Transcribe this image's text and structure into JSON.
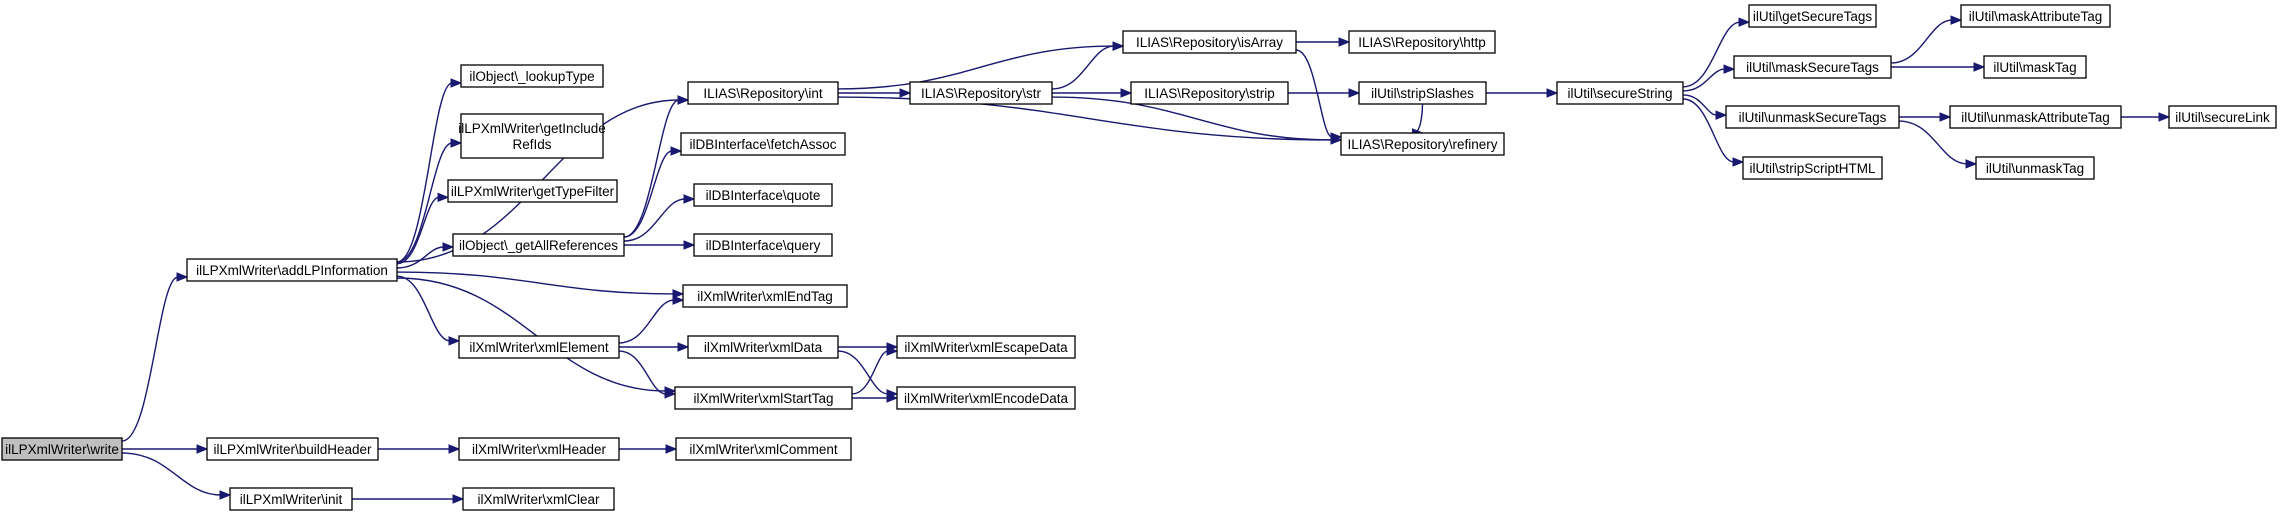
{
  "diagram": {
    "kind": "call-graph",
    "colors": {
      "edge": "#191970",
      "node_border": "#000000",
      "node_fill": "#ffffff",
      "root_fill": "#bfbfbf"
    },
    "nodes": [
      {
        "id": "write",
        "lines": [
          "ilLPXmlWriter\\write"
        ],
        "root": true
      },
      {
        "id": "addLP",
        "lines": [
          "ilLPXmlWriter\\addLPInformation"
        ]
      },
      {
        "id": "buildHeader",
        "lines": [
          "ilLPXmlWriter\\buildHeader"
        ]
      },
      {
        "id": "init",
        "lines": [
          "ilLPXmlWriter\\init"
        ]
      },
      {
        "id": "lookupType",
        "lines": [
          "ilObject\\_lookupType"
        ]
      },
      {
        "id": "getIncludeRefIds",
        "lines": [
          "ilLPXmlWriter\\getInclude",
          "RefIds"
        ]
      },
      {
        "id": "getTypeFilter",
        "lines": [
          "ilLPXmlWriter\\getTypeFilter"
        ]
      },
      {
        "id": "getAllReferences",
        "lines": [
          "ilObject\\_getAllReferences"
        ]
      },
      {
        "id": "xmlElement",
        "lines": [
          "ilXmlWriter\\xmlElement"
        ]
      },
      {
        "id": "xmlHeader",
        "lines": [
          "ilXmlWriter\\xmlHeader"
        ]
      },
      {
        "id": "xmlClear",
        "lines": [
          "ilXmlWriter\\xmlClear"
        ]
      },
      {
        "id": "repoInt",
        "lines": [
          "ILIAS\\Repository\\int"
        ]
      },
      {
        "id": "fetchAssoc",
        "lines": [
          "ilDBInterface\\fetchAssoc"
        ]
      },
      {
        "id": "quote",
        "lines": [
          "ilDBInterface\\quote"
        ]
      },
      {
        "id": "query",
        "lines": [
          "ilDBInterface\\query"
        ]
      },
      {
        "id": "xmlEndTag",
        "lines": [
          "ilXmlWriter\\xmlEndTag"
        ]
      },
      {
        "id": "xmlData",
        "lines": [
          "ilXmlWriter\\xmlData"
        ]
      },
      {
        "id": "xmlStartTag",
        "lines": [
          "ilXmlWriter\\xmlStartTag"
        ]
      },
      {
        "id": "xmlComment",
        "lines": [
          "ilXmlWriter\\xmlComment"
        ]
      },
      {
        "id": "repoStr",
        "lines": [
          "ILIAS\\Repository\\str"
        ]
      },
      {
        "id": "xmlEscapeData",
        "lines": [
          "ilXmlWriter\\xmlEscapeData"
        ]
      },
      {
        "id": "xmlEncodeData",
        "lines": [
          "ilXmlWriter\\xmlEncodeData"
        ]
      },
      {
        "id": "isArray",
        "lines": [
          "ILIAS\\Repository\\isArray"
        ]
      },
      {
        "id": "strip",
        "lines": [
          "ILIAS\\Repository\\strip"
        ]
      },
      {
        "id": "http",
        "lines": [
          "ILIAS\\Repository\\http"
        ]
      },
      {
        "id": "stripSlashes",
        "lines": [
          "ilUtil\\stripSlashes"
        ]
      },
      {
        "id": "refinery",
        "lines": [
          "ILIAS\\Repository\\refinery"
        ]
      },
      {
        "id": "secureString",
        "lines": [
          "ilUtil\\secureString"
        ]
      },
      {
        "id": "getSecureTags",
        "lines": [
          "ilUtil\\getSecureTags"
        ]
      },
      {
        "id": "maskSecureTags",
        "lines": [
          "ilUtil\\maskSecureTags"
        ]
      },
      {
        "id": "unmaskSecureTags",
        "lines": [
          "ilUtil\\unmaskSecureTags"
        ]
      },
      {
        "id": "stripScriptHTML",
        "lines": [
          "ilUtil\\stripScriptHTML"
        ]
      },
      {
        "id": "maskAttributeTag",
        "lines": [
          "ilUtil\\maskAttributeTag"
        ]
      },
      {
        "id": "maskTag",
        "lines": [
          "ilUtil\\maskTag"
        ]
      },
      {
        "id": "unmaskAttributeTag",
        "lines": [
          "ilUtil\\unmaskAttributeTag"
        ]
      },
      {
        "id": "unmaskTag",
        "lines": [
          "ilUtil\\unmaskTag"
        ]
      },
      {
        "id": "secureLink",
        "lines": [
          "ilUtil\\secureLink"
        ]
      }
    ],
    "edges": [
      {
        "from": "write",
        "to": "addLP"
      },
      {
        "from": "write",
        "to": "buildHeader"
      },
      {
        "from": "write",
        "to": "init"
      },
      {
        "from": "addLP",
        "to": "lookupType"
      },
      {
        "from": "addLP",
        "to": "getIncludeRefIds"
      },
      {
        "from": "addLP",
        "to": "getTypeFilter"
      },
      {
        "from": "addLP",
        "to": "getAllReferences"
      },
      {
        "from": "addLP",
        "to": "xmlElement"
      },
      {
        "from": "addLP",
        "to": "xmlEndTag"
      },
      {
        "from": "addLP",
        "to": "xmlStartTag"
      },
      {
        "from": "addLP",
        "to": "repoInt"
      },
      {
        "from": "buildHeader",
        "to": "xmlHeader"
      },
      {
        "from": "init",
        "to": "xmlClear"
      },
      {
        "from": "getAllReferences",
        "to": "repoInt"
      },
      {
        "from": "getAllReferences",
        "to": "fetchAssoc"
      },
      {
        "from": "getAllReferences",
        "to": "quote"
      },
      {
        "from": "getAllReferences",
        "to": "query"
      },
      {
        "from": "xmlElement",
        "to": "xmlEndTag"
      },
      {
        "from": "xmlElement",
        "to": "xmlData"
      },
      {
        "from": "xmlElement",
        "to": "xmlStartTag"
      },
      {
        "from": "xmlHeader",
        "to": "xmlComment"
      },
      {
        "from": "repoInt",
        "to": "repoStr"
      },
      {
        "from": "repoInt",
        "to": "isArray"
      },
      {
        "from": "repoInt",
        "to": "refinery"
      },
      {
        "from": "xmlData",
        "to": "xmlEscapeData"
      },
      {
        "from": "xmlData",
        "to": "xmlEncodeData"
      },
      {
        "from": "xmlStartTag",
        "to": "xmlEscapeData"
      },
      {
        "from": "xmlStartTag",
        "to": "xmlEncodeData"
      },
      {
        "from": "repoStr",
        "to": "isArray"
      },
      {
        "from": "repoStr",
        "to": "strip"
      },
      {
        "from": "repoStr",
        "to": "refinery"
      },
      {
        "from": "isArray",
        "to": "http"
      },
      {
        "from": "isArray",
        "to": "refinery"
      },
      {
        "from": "strip",
        "to": "stripSlashes"
      },
      {
        "from": "stripSlashes",
        "to": "refinery"
      },
      {
        "from": "stripSlashes",
        "to": "secureString"
      },
      {
        "from": "secureString",
        "to": "getSecureTags"
      },
      {
        "from": "secureString",
        "to": "maskSecureTags"
      },
      {
        "from": "secureString",
        "to": "unmaskSecureTags"
      },
      {
        "from": "secureString",
        "to": "stripScriptHTML"
      },
      {
        "from": "maskSecureTags",
        "to": "maskAttributeTag"
      },
      {
        "from": "maskSecureTags",
        "to": "maskTag"
      },
      {
        "from": "unmaskSecureTags",
        "to": "unmaskAttributeTag"
      },
      {
        "from": "unmaskSecureTags",
        "to": "unmaskTag"
      },
      {
        "from": "unmaskAttributeTag",
        "to": "secureLink"
      }
    ]
  }
}
